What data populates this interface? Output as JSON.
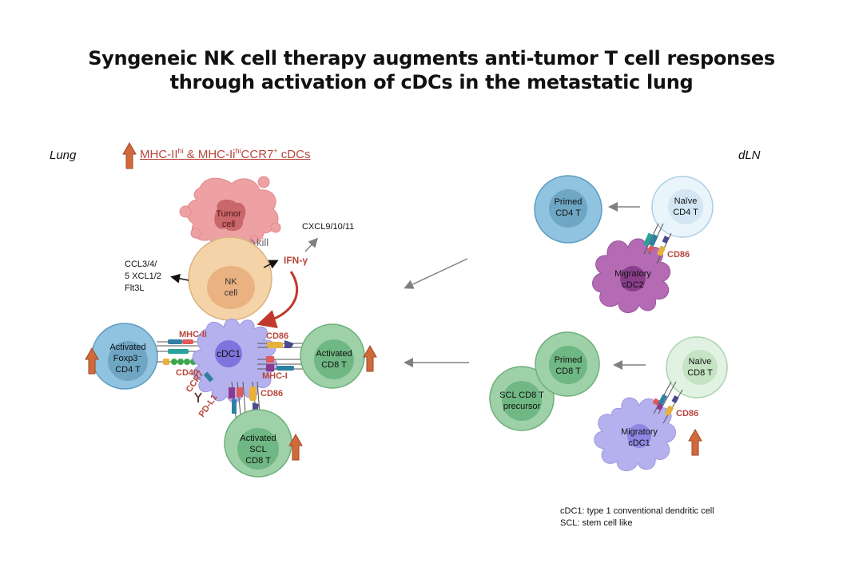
{
  "title": {
    "line1": "Syngeneic NK cell therapy augments anti-tumor T cell responses",
    "line2": "through activation of cDCs in the metastatic lung"
  },
  "colors": {
    "marker_red": "#b8463c",
    "up_arrow": "#d2693a",
    "cd4_blue": "#8fc3e0",
    "cd8_green": "#9fd1a8",
    "cdc1_lavender": "#b5b1ee",
    "cdc2_purple": "#b46bb4",
    "nk_tan": "#f4d3a8",
    "tumor_pink": "#eda1a3"
  },
  "lung_panel": {
    "section_label": "Lung",
    "header_note": {
      "part1": "MHC-II",
      "sup1": "hi",
      "part2": " & MHC-Ii",
      "sup2": "hi",
      "part3": "CCR7",
      "sup3": "+",
      "part4": " cDCs",
      "indicator": "up-arrow-icon"
    },
    "tumor_cell": {
      "line1": "Tumor",
      "line2": "cell"
    },
    "kill_label": "kill",
    "nk_cell": {
      "line1": "NK",
      "line2": "cell"
    },
    "cytokines_left": [
      "CCL3/4/",
      "5 XCL1/2",
      "Flt3L"
    ],
    "ifng_label": "IFN-γ",
    "cxcl_label": "CXCL9/10/11",
    "cdc1_label": "cDC1",
    "molecules": {
      "mhc2": "MHC-II",
      "cd40": "CD40",
      "ccr7": "CCR7",
      "pdl1": "PD-L1",
      "cd86_right": "CD86",
      "mhc1": "MHC-I",
      "cd86_bottom": "CD86"
    },
    "treg": {
      "line1": "Activated",
      "line2": "Foxp3⁻",
      "line3": "CD4 T",
      "trend": "up"
    },
    "cd8_activated": {
      "line1": "Activated",
      "line2": "CD8 T",
      "trend": "up"
    },
    "scl_cd8": {
      "line1": "Activated",
      "line2": "SCL",
      "line3": "CD8 T",
      "trend": "up"
    }
  },
  "dln_panel": {
    "section_label": "dLN",
    "primed_cd4": {
      "line1": "Primed",
      "line2": "CD4 T"
    },
    "naive_cd4": {
      "line1": "Naïve",
      "line2": "CD4 T"
    },
    "migratory_cdc2": {
      "line1": "Migratory",
      "line2": "cDC2"
    },
    "cd86_top": "CD86",
    "primed_cd8": {
      "line1": "Primed",
      "line2": "CD8 T"
    },
    "scl_precursor": {
      "line1": "SCL CD8 T",
      "line2": "precursor"
    },
    "naive_cd8": {
      "line1": "Naïve",
      "line2": "CD8 T"
    },
    "migratory_cdc1": {
      "line1": "Migratory",
      "line2": "cDC1",
      "trend": "up"
    },
    "cd86_bottom": "CD86"
  },
  "legend": {
    "line1": "cDC1: type 1 conventional dendritic cell",
    "line2": "SCL: stem cell like"
  }
}
